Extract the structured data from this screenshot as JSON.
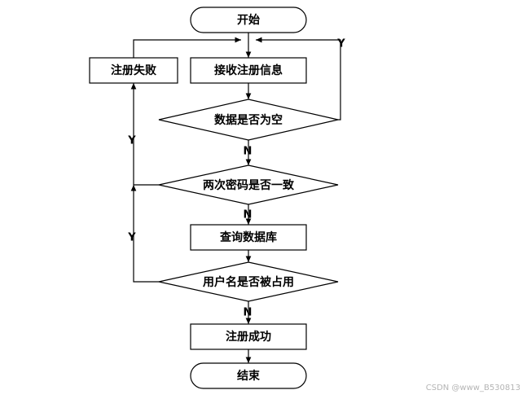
{
  "nodes": {
    "start": "开始",
    "receive": "接收注册信息",
    "check_empty": "数据是否为空",
    "check_password": "两次密码是否一致",
    "query_db": "查询数据库",
    "check_username": "用户名是否被占用",
    "success": "注册成功",
    "fail": "注册失败",
    "end": "结束"
  },
  "edge_labels": {
    "empty_yes": "Y",
    "empty_no": "N",
    "password_yes": "Y",
    "password_no": "N",
    "username_yes": "Y",
    "username_no": "N"
  },
  "watermark": "CSDN @www_B530813"
}
